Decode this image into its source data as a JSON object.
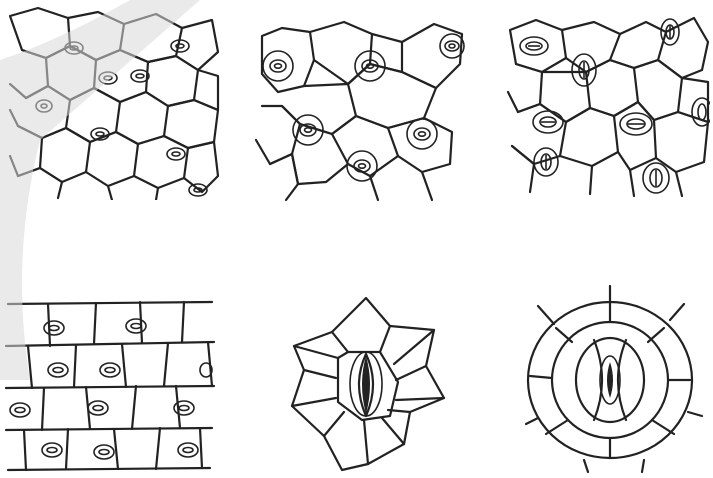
{
  "figure": {
    "title": "",
    "panels": [
      {
        "id": "a",
        "label": "",
        "pattern": "anomocytic",
        "description_visible": false
      },
      {
        "id": "b",
        "label": "",
        "pattern": "actinocytic",
        "description_visible": false
      },
      {
        "id": "c",
        "label": "",
        "pattern": "anisocytic",
        "description_visible": false
      },
      {
        "id": "d",
        "label": "",
        "pattern": "paracytic-rows",
        "description_visible": false
      },
      {
        "id": "e",
        "label": "",
        "pattern": "radial-single",
        "description_visible": false
      },
      {
        "id": "f",
        "label": "",
        "pattern": "cyclocytic-single",
        "description_visible": false
      }
    ]
  },
  "colors": {
    "line": "#222222",
    "background": "#ffffff",
    "watermark": "#d9d9d9"
  }
}
